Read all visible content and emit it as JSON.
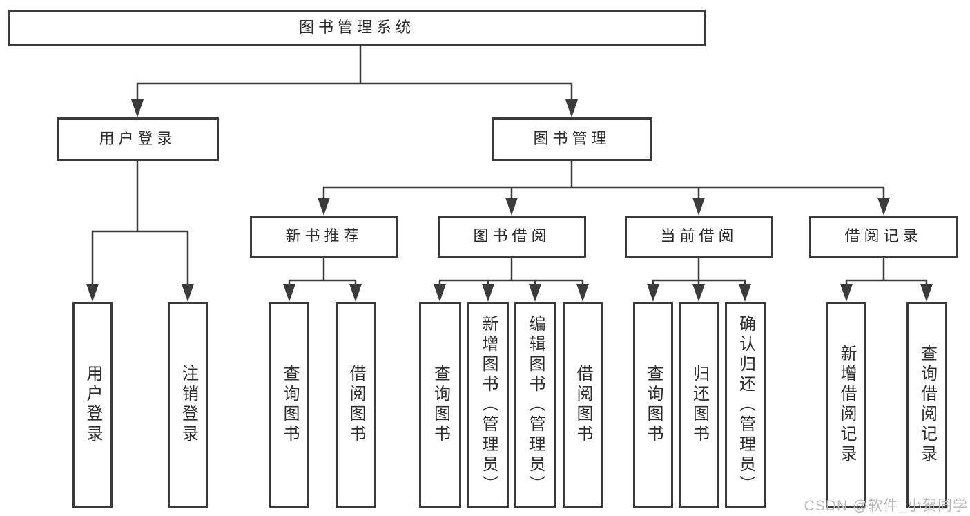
{
  "tree": {
    "label": "图书管理系统",
    "children": [
      {
        "label": "用户登录",
        "children": [
          {
            "label": "用户登录"
          },
          {
            "label": "注销登录"
          }
        ]
      },
      {
        "label": "图书管理",
        "children": [
          {
            "label": "新书推荐",
            "children": [
              {
                "label": "查询图书"
              },
              {
                "label": "借阅图书"
              }
            ]
          },
          {
            "label": "图书借阅",
            "children": [
              {
                "label": "查询图书"
              },
              {
                "label": "新增图书（管理员）"
              },
              {
                "label": "编辑图书（管理员）"
              },
              {
                "label": "借阅图书"
              }
            ]
          },
          {
            "label": "当前借阅",
            "children": [
              {
                "label": "查询图书"
              },
              {
                "label": "归还图书"
              },
              {
                "label": "确认归还（管理员）"
              }
            ]
          },
          {
            "label": "借阅记录",
            "children": [
              {
                "label": "新增借阅记录"
              },
              {
                "label": "查询借阅记录"
              }
            ]
          }
        ]
      }
    ]
  },
  "watermark": {
    "text": "CSDN @软件_小贺同学"
  },
  "colors": {
    "line": "#3b3b3b",
    "text": "#2d2d2d",
    "watermark": "#b9b9b9",
    "background": "#ffffff"
  }
}
